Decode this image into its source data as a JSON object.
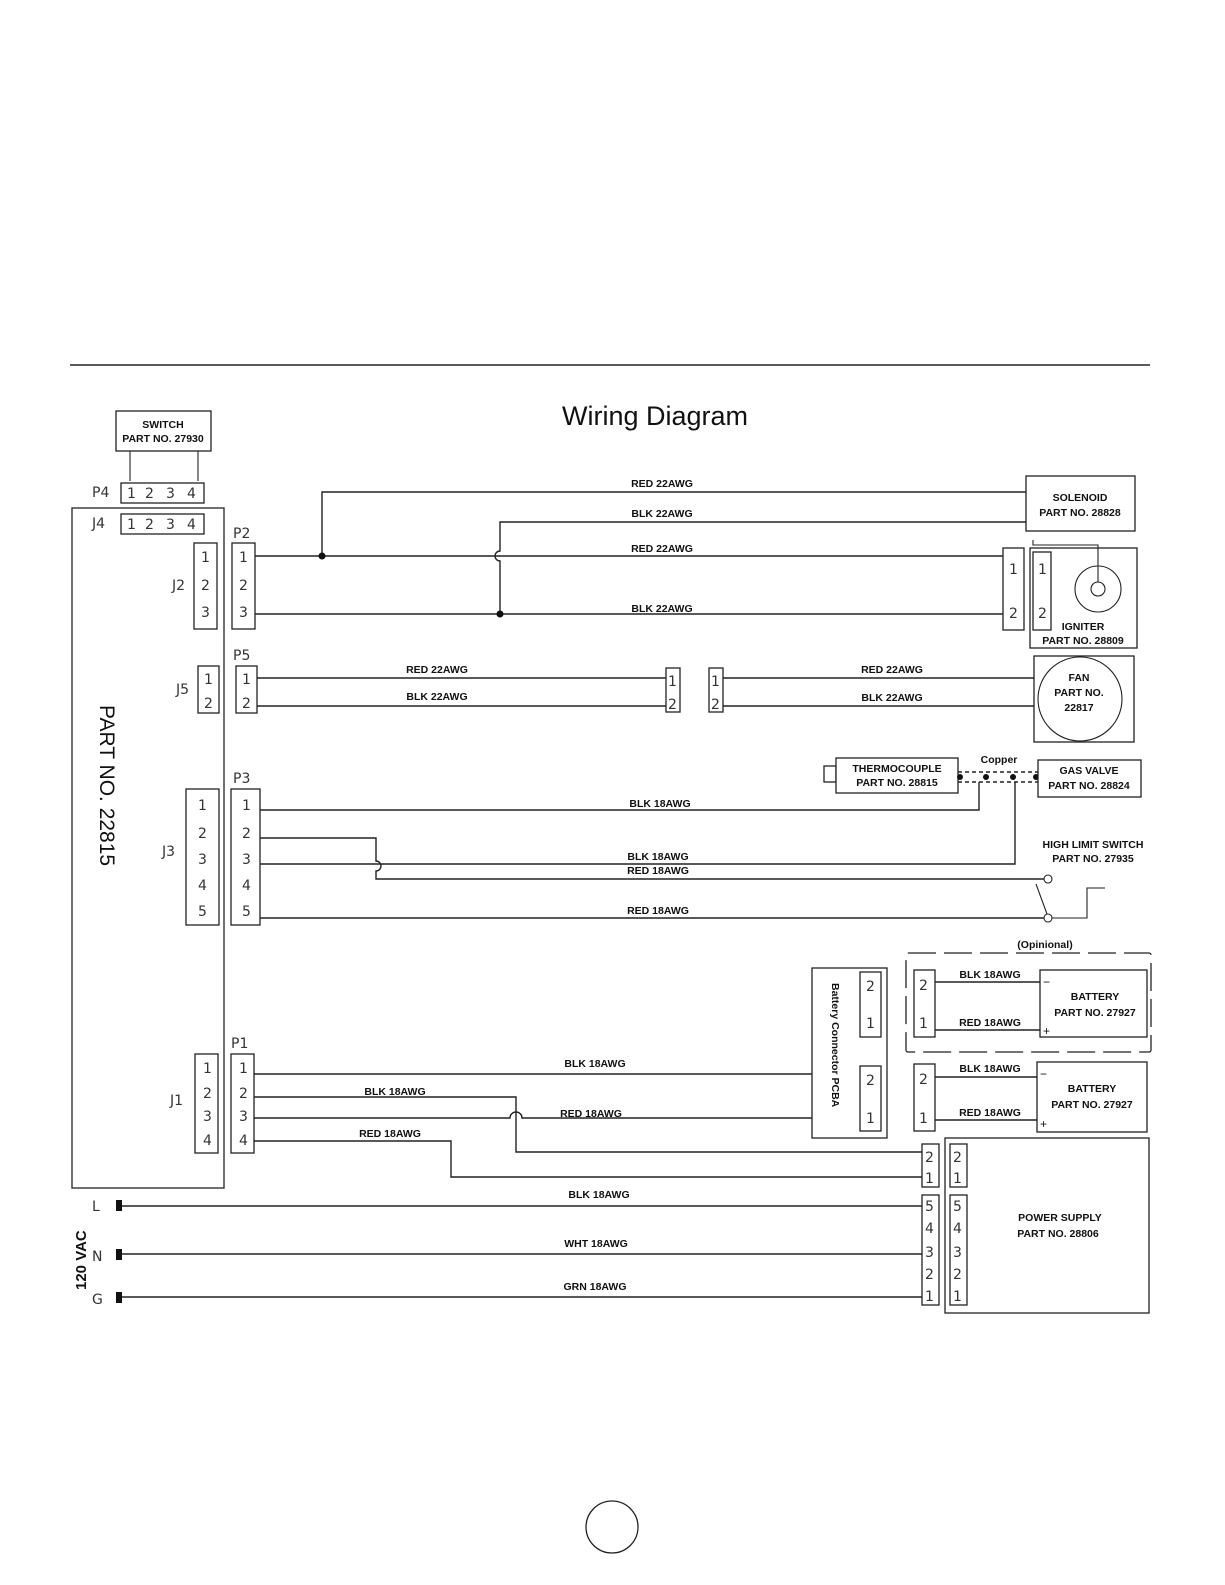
{
  "title": "Wiring Diagram",
  "main_board": "PART NO. 22815",
  "switch": {
    "name": "SWITCH",
    "part": "PART NO. 27930"
  },
  "solenoid": {
    "name": "SOLENOID",
    "part": "PART NO. 28828"
  },
  "igniter": {
    "name": "IGNITER",
    "part": "PART NO. 28809"
  },
  "fan": {
    "name": "FAN",
    "part": "PART NO.",
    "num": "22817"
  },
  "thermocouple": {
    "name": "THERMOCOUPLE",
    "part": "PART NO. 28815"
  },
  "copper": "Copper",
  "gas_valve": {
    "name": "GAS VALVE",
    "part": "PART NO. 28824"
  },
  "high_limit": {
    "name": "HIGH LIMIT SWITCH",
    "part": "PART NO. 27935"
  },
  "optional": "(Opinional)",
  "battery": {
    "name": "BATTERY",
    "part": "PART NO. 27927"
  },
  "battery_pcba": "Battery Connector PCBA",
  "power_supply": {
    "name": "POWER SUPPLY",
    "part": "PART NO. 28806"
  },
  "vac": "120 VAC",
  "mains": {
    "L": "L",
    "N": "N",
    "G": "G"
  },
  "connectors": {
    "P4": "P4",
    "J4": "J4",
    "P2": "P2",
    "J2": "J2",
    "P5": "P5",
    "J5": "J5",
    "P3": "P3",
    "J3": "J3",
    "P1": "P1",
    "J1": "J1"
  },
  "pins": {
    "p1": "1",
    "p2": "2",
    "p3": "3",
    "p4": "4",
    "p5": "5"
  },
  "wires": {
    "red22": "RED 22AWG",
    "blk22": "BLK 22AWG",
    "blk18": "BLK 18AWG",
    "red18": "RED 18AWG",
    "wht18": "WHT 18AWG",
    "grn18": "GRN 18AWG"
  },
  "battery_polarity": {
    "neg": "−",
    "pos": "+"
  }
}
